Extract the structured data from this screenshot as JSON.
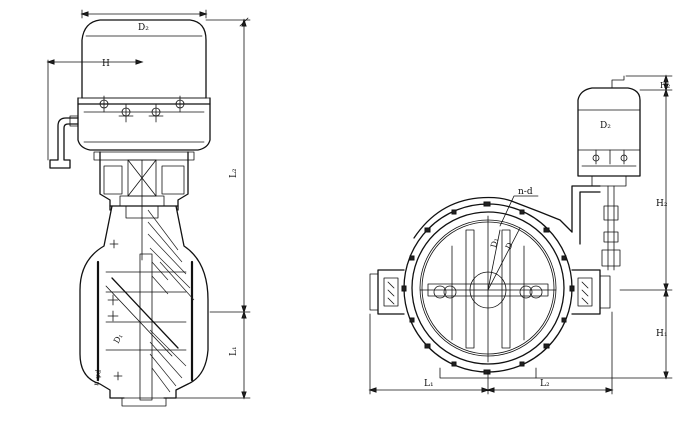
{
  "labels": {
    "left": {
      "d2": "D₂",
      "h": "H",
      "l2": "L₂",
      "l1": "L₁",
      "d1": "D₁",
      "nod": "n-φd"
    },
    "right": {
      "h2_top": "H₂",
      "d2": "D₂",
      "nd": "n-d",
      "d1": "D₁",
      "d": "D",
      "h2_mid": "H₂",
      "h1": "H₁",
      "l1": "L₁",
      "l2": "L₂"
    }
  }
}
